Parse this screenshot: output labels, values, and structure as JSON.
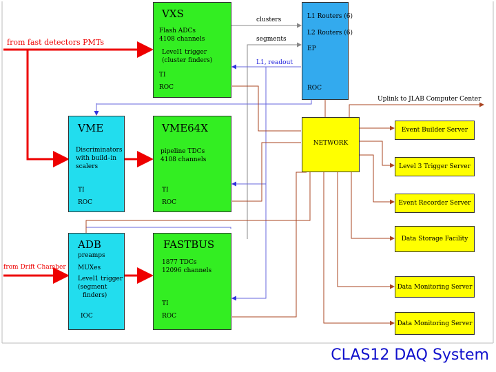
{
  "title": "CLAS12 DAQ System",
  "inputs": {
    "pmts": "from fast detectors PMTs",
    "drift": "from Drift Chamber"
  },
  "vxs": {
    "title": "VXS",
    "line1": "Flash ADCs",
    "line2": "4108 channels",
    "line3": "Level1 trigger",
    "line4": "(cluster finders)",
    "ti": "TI",
    "roc": "ROC"
  },
  "routers": {
    "l1": "L1 Routers (6)",
    "l2": "L2 Routers (6)",
    "ep": "EP",
    "roc": "ROC"
  },
  "vme": {
    "title": "VME",
    "line1": "Discriminators",
    "line2": "with build–in",
    "line3": "scalers",
    "ti": "TI",
    "roc": "ROC"
  },
  "vme64x": {
    "title": "VME64X",
    "line1": "pipeline TDCs",
    "line2": "4108 channels",
    "ti": "TI",
    "roc": "ROC"
  },
  "adb": {
    "title": "ADB",
    "line1": "preamps",
    "line2": "MUXes",
    "line3": "Level1 trigger",
    "line4": "(segment",
    "line5": "finders)",
    "ioc": "IOC"
  },
  "fastbus": {
    "title": "FASTBUS",
    "line1": "1877 TDCs",
    "line2": "12096 channels",
    "ti": "TI",
    "roc": "ROC"
  },
  "network": "NETWORK",
  "uplink": "Uplink to JLAB Computer Center",
  "signals": {
    "clusters": "clusters",
    "segments": "segments",
    "l1_readout": "L1, readout"
  },
  "servers": [
    "Event Builder Server",
    "Level 3 Trigger Server",
    "Event Recorder Server",
    "Data Storage Facility",
    "Data Monitoring Server",
    "Data Monitoring Server"
  ],
  "colors": {
    "crate_green": "#33ee22",
    "crate_cyan": "#22ddee",
    "router_blue": "#33aaee",
    "server_yellow": "#ffff00",
    "signal_red": "#ee0000",
    "readout_blue": "#2222dd",
    "network_brown": "#aa4422",
    "title_blue": "#1111cc"
  }
}
